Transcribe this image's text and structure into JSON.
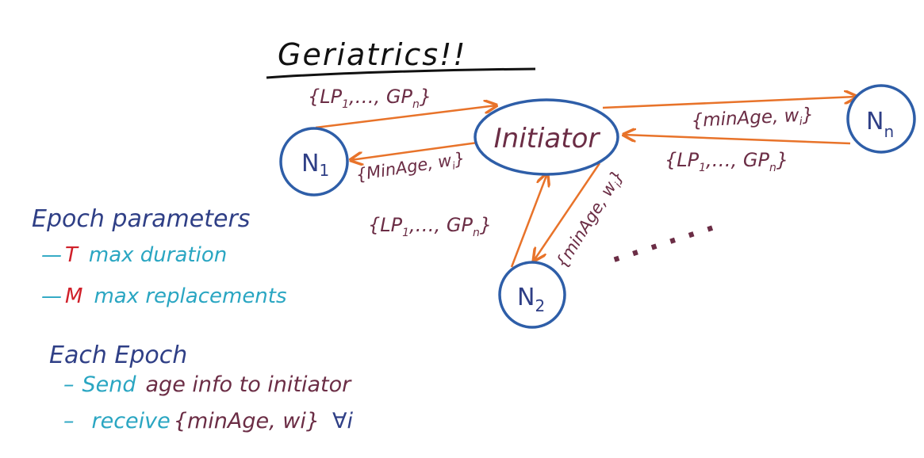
{
  "title": "Geriatrics!!",
  "nodes": {
    "initiator": "Initiator",
    "n1": {
      "base": "N",
      "sub": "1"
    },
    "n2": {
      "base": "N",
      "sub": "2"
    },
    "nn": {
      "base": "N",
      "sub": "n"
    }
  },
  "edge_labels": {
    "n1_to_init_pre": "{LP",
    "n1_to_init_s1": "1",
    "n1_to_init_mid": ",…, GP",
    "n1_to_init_s2": "n",
    "n1_to_init_post": "}",
    "init_to_n1": "{MinAge, w",
    "init_to_n1_sub": "i",
    "init_to_n1_post": "}",
    "init_to_nn": "{minAge, w",
    "init_to_nn_sub": "i",
    "init_to_nn_post": "}",
    "nn_to_init_pre": "{LP",
    "nn_to_init_s1": "1",
    "nn_to_init_mid": ",…, GP",
    "nn_to_init_s2": "n",
    "nn_to_init_post": "}",
    "n2_to_init_pre": "{LP",
    "n2_to_init_s1": "1",
    "n2_to_init_mid": ",…, GP",
    "n2_to_init_s2": "n",
    "n2_to_init_post": "}",
    "init_to_n2": "{minAge, w",
    "init_to_n2_sub": "i",
    "init_to_n2_post": "}"
  },
  "ellipsis": "· · · · · ·",
  "epoch_parameters": {
    "heading": "Epoch parameters",
    "items": [
      {
        "dash": "—",
        "symbol": "T",
        "text": "max duration"
      },
      {
        "dash": "—",
        "symbol": "M",
        "text": "max replacements"
      }
    ]
  },
  "each_epoch": {
    "heading": "Each Epoch",
    "line1_dash": "–",
    "line1_a": "Send",
    "line1_b": "age info to initiator",
    "line2_dash": "–",
    "line2_a": "receive",
    "line2_b": "{minAge, wi}",
    "line2_c": "∀i"
  },
  "colors": {
    "arrow": "#e8732a",
    "node_stroke": "#2e5ea8",
    "maroon": "#6b2d45",
    "navy": "#2f3f86",
    "teal": "#2aa6c2",
    "red": "#d0202a"
  }
}
